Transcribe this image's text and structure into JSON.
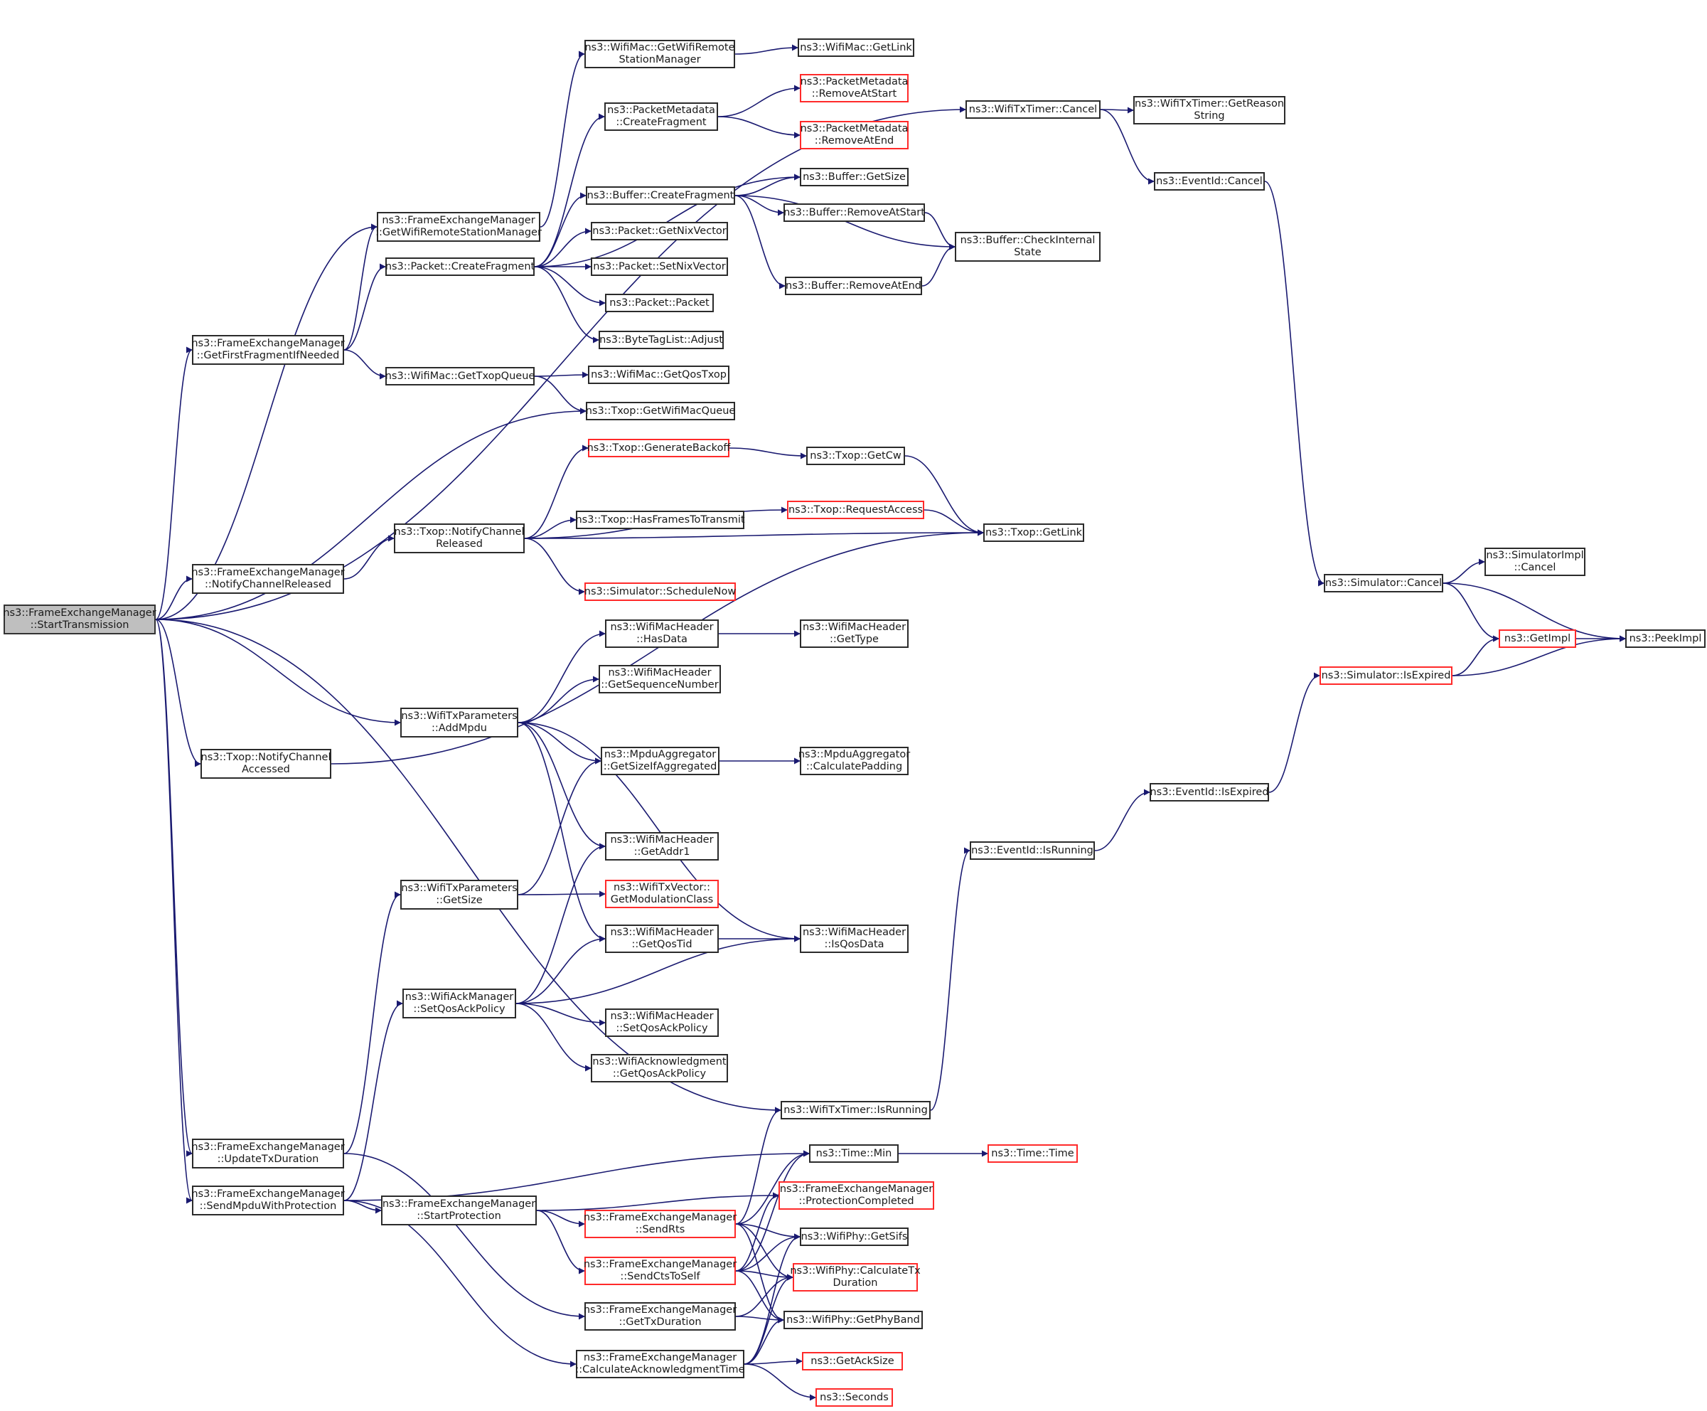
{
  "diagram": {
    "type": "call-graph",
    "edge_color": "#191970",
    "colors": {
      "node_border": "#2b2b2b",
      "node_border_truncated": "#ff2a2a",
      "root_fill": "#bfbfbf",
      "background": "#ffffff"
    },
    "nodes": {
      "root": {
        "lines": [
          "ns3::FrameExchangeManager",
          "::StartTransmission"
        ],
        "style": "root"
      },
      "femGetWRSM": {
        "lines": [
          "ns3::FrameExchangeManager",
          "::GetWifiRemoteStationManager"
        ],
        "style": "normal"
      },
      "pktCreateFrag": {
        "lines": [
          "ns3::Packet::CreateFragment"
        ],
        "style": "normal"
      },
      "femGetFirstFrag": {
        "lines": [
          "ns3::FrameExchangeManager",
          "::GetFirstFragmentIfNeeded"
        ],
        "style": "normal"
      },
      "macGetTxopQueue": {
        "lines": [
          "ns3::WifiMac::GetTxopQueue"
        ],
        "style": "normal"
      },
      "femNotifyChRel": {
        "lines": [
          "ns3::FrameExchangeManager",
          "::NotifyChannelReleased"
        ],
        "style": "normal"
      },
      "txopNotifyChRel": {
        "lines": [
          "ns3::Txop::NotifyChannel",
          "Released"
        ],
        "style": "normal"
      },
      "txParamsAddMpdu": {
        "lines": [
          "ns3::WifiTxParameters",
          "::AddMpdu"
        ],
        "style": "normal"
      },
      "txopNotifyChAcc": {
        "lines": [
          "ns3::Txop::NotifyChannel",
          "Accessed"
        ],
        "style": "normal"
      },
      "txParamsGetSize": {
        "lines": [
          "ns3::WifiTxParameters",
          "::GetSize"
        ],
        "style": "normal"
      },
      "ackMgrSetQos": {
        "lines": [
          "ns3::WifiAckManager",
          "::SetQosAckPolicy"
        ],
        "style": "normal"
      },
      "femUpdateTxDur": {
        "lines": [
          "ns3::FrameExchangeManager",
          "::UpdateTxDuration"
        ],
        "style": "normal"
      },
      "femSendMpdu": {
        "lines": [
          "ns3::FrameExchangeManager",
          "::SendMpduWithProtection"
        ],
        "style": "normal"
      },
      "femStartProt": {
        "lines": [
          "ns3::FrameExchangeManager",
          "::StartProtection"
        ],
        "style": "normal"
      },
      "macGetWRSM": {
        "lines": [
          "ns3::WifiMac::GetWifiRemote",
          "StationManager"
        ],
        "style": "normal"
      },
      "pmCreateFrag": {
        "lines": [
          "ns3::PacketMetadata",
          "::CreateFragment"
        ],
        "style": "normal"
      },
      "bufCreateFrag": {
        "lines": [
          "ns3::Buffer::CreateFragment"
        ],
        "style": "normal"
      },
      "pktGetNix": {
        "lines": [
          "ns3::Packet::GetNixVector"
        ],
        "style": "normal"
      },
      "pktSetNix": {
        "lines": [
          "ns3::Packet::SetNixVector"
        ],
        "style": "normal"
      },
      "pktPacket": {
        "lines": [
          "ns3::Packet::Packet"
        ],
        "style": "normal"
      },
      "btlAdjust": {
        "lines": [
          "ns3::ByteTagList::Adjust"
        ],
        "style": "normal"
      },
      "macGetQosTxop": {
        "lines": [
          "ns3::WifiMac::GetQosTxop"
        ],
        "style": "normal"
      },
      "txopGetWMQ": {
        "lines": [
          "ns3::Txop::GetWifiMacQueue"
        ],
        "style": "normal"
      },
      "txopGenBackoff": {
        "lines": [
          "ns3::Txop::GenerateBackoff"
        ],
        "style": "red"
      },
      "txopHasFrames": {
        "lines": [
          "ns3::Txop::HasFramesToTransmit"
        ],
        "style": "normal"
      },
      "simSchedNow": {
        "lines": [
          "ns3::Simulator::ScheduleNow"
        ],
        "style": "red"
      },
      "wmhHasData": {
        "lines": [
          "ns3::WifiMacHeader",
          "::HasData"
        ],
        "style": "normal"
      },
      "wmhGetSeq": {
        "lines": [
          "ns3::WifiMacHeader",
          "::GetSequenceNumber"
        ],
        "style": "normal"
      },
      "maGetSizeIfAgg": {
        "lines": [
          "ns3::MpduAggregator",
          "::GetSizeIfAggregated"
        ],
        "style": "normal"
      },
      "wmhGetAddr1": {
        "lines": [
          "ns3::WifiMacHeader",
          "::GetAddr1"
        ],
        "style": "normal"
      },
      "txvGetModClass": {
        "lines": [
          "ns3::WifiTxVector::",
          "GetModulationClass"
        ],
        "style": "red"
      },
      "wmhGetQosTid": {
        "lines": [
          "ns3::WifiMacHeader",
          "::GetQosTid"
        ],
        "style": "normal"
      },
      "wmhSetQosAck": {
        "lines": [
          "ns3::WifiMacHeader",
          "::SetQosAckPolicy"
        ],
        "style": "normal"
      },
      "ackGetQosAck": {
        "lines": [
          "ns3::WifiAcknowledgment",
          "::GetQosAckPolicy"
        ],
        "style": "normal"
      },
      "femSendRts": {
        "lines": [
          "ns3::FrameExchangeManager",
          "::SendRts"
        ],
        "style": "red"
      },
      "femSendCts": {
        "lines": [
          "ns3::FrameExchangeManager",
          "::SendCtsToSelf"
        ],
        "style": "red"
      },
      "femGetTxDur": {
        "lines": [
          "ns3::FrameExchangeManager",
          "::GetTxDuration"
        ],
        "style": "normal"
      },
      "femCalcAck": {
        "lines": [
          "ns3::FrameExchangeManager",
          "::CalculateAcknowledgmentTime"
        ],
        "style": "normal"
      },
      "macGetLink": {
        "lines": [
          "ns3::WifiMac::GetLink"
        ],
        "style": "normal"
      },
      "pmRemStart": {
        "lines": [
          "ns3::PacketMetadata",
          "::RemoveAtStart"
        ],
        "style": "red"
      },
      "pmRemEnd": {
        "lines": [
          "ns3::PacketMetadata",
          "::RemoveAtEnd"
        ],
        "style": "red"
      },
      "bufGetSize": {
        "lines": [
          "ns3::Buffer::GetSize"
        ],
        "style": "normal"
      },
      "bufRemStart": {
        "lines": [
          "ns3::Buffer::RemoveAtStart"
        ],
        "style": "normal"
      },
      "bufRemEnd": {
        "lines": [
          "ns3::Buffer::RemoveAtEnd"
        ],
        "style": "normal"
      },
      "txopGetCw": {
        "lines": [
          "ns3::Txop::GetCw"
        ],
        "style": "normal"
      },
      "txopReqAccess": {
        "lines": [
          "ns3::Txop::RequestAccess"
        ],
        "style": "red"
      },
      "wmhGetType": {
        "lines": [
          "ns3::WifiMacHeader",
          "::GetType"
        ],
        "style": "normal"
      },
      "maCalcPad": {
        "lines": [
          "ns3::MpduAggregator",
          "::CalculatePadding"
        ],
        "style": "normal"
      },
      "wmhIsQosData": {
        "lines": [
          "ns3::WifiMacHeader",
          "::IsQosData"
        ],
        "style": "normal"
      },
      "ttIsRunning": {
        "lines": [
          "ns3::WifiTxTimer::IsRunning"
        ],
        "style": "normal"
      },
      "timeMin": {
        "lines": [
          "ns3::Time::Min"
        ],
        "style": "normal"
      },
      "femProtCompleted": {
        "lines": [
          "ns3::FrameExchangeManager",
          "::ProtectionCompleted"
        ],
        "style": "red"
      },
      "phyGetSifs": {
        "lines": [
          "ns3::WifiPhy::GetSifs"
        ],
        "style": "normal"
      },
      "phyCalcTxDur": {
        "lines": [
          "ns3::WifiPhy::CalculateTx",
          "Duration"
        ],
        "style": "red"
      },
      "phyGetPhyBand": {
        "lines": [
          "ns3::WifiPhy::GetPhyBand"
        ],
        "style": "normal"
      },
      "getAckSize": {
        "lines": [
          "ns3::GetAckSize"
        ],
        "style": "red"
      },
      "seconds": {
        "lines": [
          "ns3::Seconds"
        ],
        "style": "red"
      },
      "bufCheckInt": {
        "lines": [
          "ns3::Buffer::CheckInternal",
          "State"
        ],
        "style": "normal"
      },
      "txopGetLink": {
        "lines": [
          "ns3::Txop::GetLink"
        ],
        "style": "normal"
      },
      "ttCancel": {
        "lines": [
          "ns3::WifiTxTimer::Cancel"
        ],
        "style": "normal"
      },
      "ttGetReason": {
        "lines": [
          "ns3::WifiTxTimer::GetReason",
          "String"
        ],
        "style": "normal"
      },
      "evCancel": {
        "lines": [
          "ns3::EventId::Cancel"
        ],
        "style": "normal"
      },
      "simCancel": {
        "lines": [
          "ns3::Simulator::Cancel"
        ],
        "style": "normal"
      },
      "simImplCancel": {
        "lines": [
          "ns3::SimulatorImpl",
          "::Cancel"
        ],
        "style": "normal"
      },
      "getImpl": {
        "lines": [
          "ns3::GetImpl"
        ],
        "style": "red"
      },
      "peekImpl": {
        "lines": [
          "ns3::PeekImpl"
        ],
        "style": "normal"
      },
      "simIsExpired": {
        "lines": [
          "ns3::Simulator::IsExpired"
        ],
        "style": "red"
      },
      "evIsExpired": {
        "lines": [
          "ns3::EventId::IsExpired"
        ],
        "style": "normal"
      },
      "evIsRunning": {
        "lines": [
          "ns3::EventId::IsRunning"
        ],
        "style": "normal"
      },
      "timeTime": {
        "lines": [
          "ns3::Time::Time"
        ],
        "style": "red"
      }
    },
    "edges": [
      [
        "root",
        "ttCancel"
      ],
      [
        "root",
        "femGetWRSM"
      ],
      [
        "root",
        "femGetFirstFrag"
      ],
      [
        "root",
        "txopGetWMQ"
      ],
      [
        "root",
        "femNotifyChRel"
      ],
      [
        "root",
        "txParamsAddMpdu"
      ],
      [
        "root",
        "txopNotifyChAcc"
      ],
      [
        "root",
        "ttIsRunning"
      ],
      [
        "root",
        "femUpdateTxDur"
      ],
      [
        "root",
        "femSendMpdu"
      ],
      [
        "femGetWRSM",
        "macGetWRSM"
      ],
      [
        "macGetWRSM",
        "macGetLink"
      ],
      [
        "femGetFirstFrag",
        "femGetWRSM"
      ],
      [
        "femGetFirstFrag",
        "pktCreateFrag"
      ],
      [
        "femGetFirstFrag",
        "macGetTxopQueue"
      ],
      [
        "pktCreateFrag",
        "pmCreateFrag"
      ],
      [
        "pktCreateFrag",
        "bufGetSize"
      ],
      [
        "pktCreateFrag",
        "bufCreateFrag"
      ],
      [
        "pktCreateFrag",
        "pktGetNix"
      ],
      [
        "pktCreateFrag",
        "pktSetNix"
      ],
      [
        "pktCreateFrag",
        "pktPacket"
      ],
      [
        "pktCreateFrag",
        "btlAdjust"
      ],
      [
        "pmCreateFrag",
        "pmRemStart"
      ],
      [
        "pmCreateFrag",
        "pmRemEnd"
      ],
      [
        "bufCreateFrag",
        "bufGetSize"
      ],
      [
        "bufCreateFrag",
        "bufRemStart"
      ],
      [
        "bufCreateFrag",
        "bufCheckInt"
      ],
      [
        "bufCreateFrag",
        "bufRemEnd"
      ],
      [
        "bufRemStart",
        "bufCheckInt"
      ],
      [
        "bufRemEnd",
        "bufCheckInt"
      ],
      [
        "macGetTxopQueue",
        "macGetQosTxop"
      ],
      [
        "macGetTxopQueue",
        "txopGetWMQ"
      ],
      [
        "femNotifyChRel",
        "txopNotifyChRel"
      ],
      [
        "txopNotifyChRel",
        "txopGenBackoff"
      ],
      [
        "txopNotifyChRel",
        "txopReqAccess"
      ],
      [
        "txopNotifyChRel",
        "txopHasFrames"
      ],
      [
        "txopNotifyChRel",
        "txopGetLink"
      ],
      [
        "txopNotifyChRel",
        "simSchedNow"
      ],
      [
        "txopGenBackoff",
        "txopGetCw"
      ],
      [
        "txopGetCw",
        "txopGetLink"
      ],
      [
        "txopReqAccess",
        "txopGetLink"
      ],
      [
        "txopNotifyChAcc",
        "txopGetLink"
      ],
      [
        "txParamsAddMpdu",
        "wmhHasData"
      ],
      [
        "txParamsAddMpdu",
        "wmhGetSeq"
      ],
      [
        "txParamsAddMpdu",
        "wmhIsQosData"
      ],
      [
        "txParamsAddMpdu",
        "maGetSizeIfAgg"
      ],
      [
        "txParamsAddMpdu",
        "wmhGetAddr1"
      ],
      [
        "txParamsAddMpdu",
        "wmhGetQosTid"
      ],
      [
        "wmhHasData",
        "wmhGetType"
      ],
      [
        "maGetSizeIfAgg",
        "maCalcPad"
      ],
      [
        "txParamsGetSize",
        "maGetSizeIfAgg"
      ],
      [
        "txParamsGetSize",
        "txvGetModClass"
      ],
      [
        "ackMgrSetQos",
        "wmhGetAddr1"
      ],
      [
        "ackMgrSetQos",
        "wmhGetQosTid"
      ],
      [
        "ackMgrSetQos",
        "wmhIsQosData"
      ],
      [
        "ackMgrSetQos",
        "wmhSetQosAck"
      ],
      [
        "ackMgrSetQos",
        "ackGetQosAck"
      ],
      [
        "wmhGetQosTid",
        "wmhIsQosData"
      ],
      [
        "femUpdateTxDur",
        "txParamsGetSize"
      ],
      [
        "femUpdateTxDur",
        "femGetTxDur"
      ],
      [
        "femSendMpdu",
        "ackMgrSetQos"
      ],
      [
        "femSendMpdu",
        "timeMin"
      ],
      [
        "femSendMpdu",
        "femStartProt"
      ],
      [
        "femSendMpdu",
        "femCalcAck"
      ],
      [
        "femStartProt",
        "femProtCompleted"
      ],
      [
        "femStartProt",
        "femSendRts"
      ],
      [
        "femStartProt",
        "femSendCts"
      ],
      [
        "femSendRts",
        "ttIsRunning"
      ],
      [
        "femSendRts",
        "timeMin"
      ],
      [
        "femSendRts",
        "phyGetSifs"
      ],
      [
        "femSendRts",
        "phyCalcTxDur"
      ],
      [
        "femSendRts",
        "phyGetPhyBand"
      ],
      [
        "femSendCts",
        "timeMin"
      ],
      [
        "femSendCts",
        "femProtCompleted"
      ],
      [
        "femSendCts",
        "phyGetSifs"
      ],
      [
        "femSendCts",
        "phyCalcTxDur"
      ],
      [
        "femSendCts",
        "phyGetPhyBand"
      ],
      [
        "femGetTxDur",
        "phyCalcTxDur"
      ],
      [
        "femGetTxDur",
        "phyGetPhyBand"
      ],
      [
        "femCalcAck",
        "phyGetSifs"
      ],
      [
        "femCalcAck",
        "phyCalcTxDur"
      ],
      [
        "femCalcAck",
        "phyGetPhyBand"
      ],
      [
        "femCalcAck",
        "getAckSize"
      ],
      [
        "femCalcAck",
        "seconds"
      ],
      [
        "timeMin",
        "timeTime"
      ],
      [
        "ttIsRunning",
        "evIsRunning"
      ],
      [
        "evIsRunning",
        "evIsExpired"
      ],
      [
        "evIsExpired",
        "simIsExpired"
      ],
      [
        "simIsExpired",
        "getImpl"
      ],
      [
        "simIsExpired",
        "peekImpl"
      ],
      [
        "ttCancel",
        "ttGetReason"
      ],
      [
        "ttCancel",
        "evCancel"
      ],
      [
        "evCancel",
        "simCancel"
      ],
      [
        "simCancel",
        "simImplCancel"
      ],
      [
        "simCancel",
        "getImpl"
      ],
      [
        "simCancel",
        "peekImpl"
      ],
      [
        "getImpl",
        "peekImpl"
      ]
    ]
  }
}
